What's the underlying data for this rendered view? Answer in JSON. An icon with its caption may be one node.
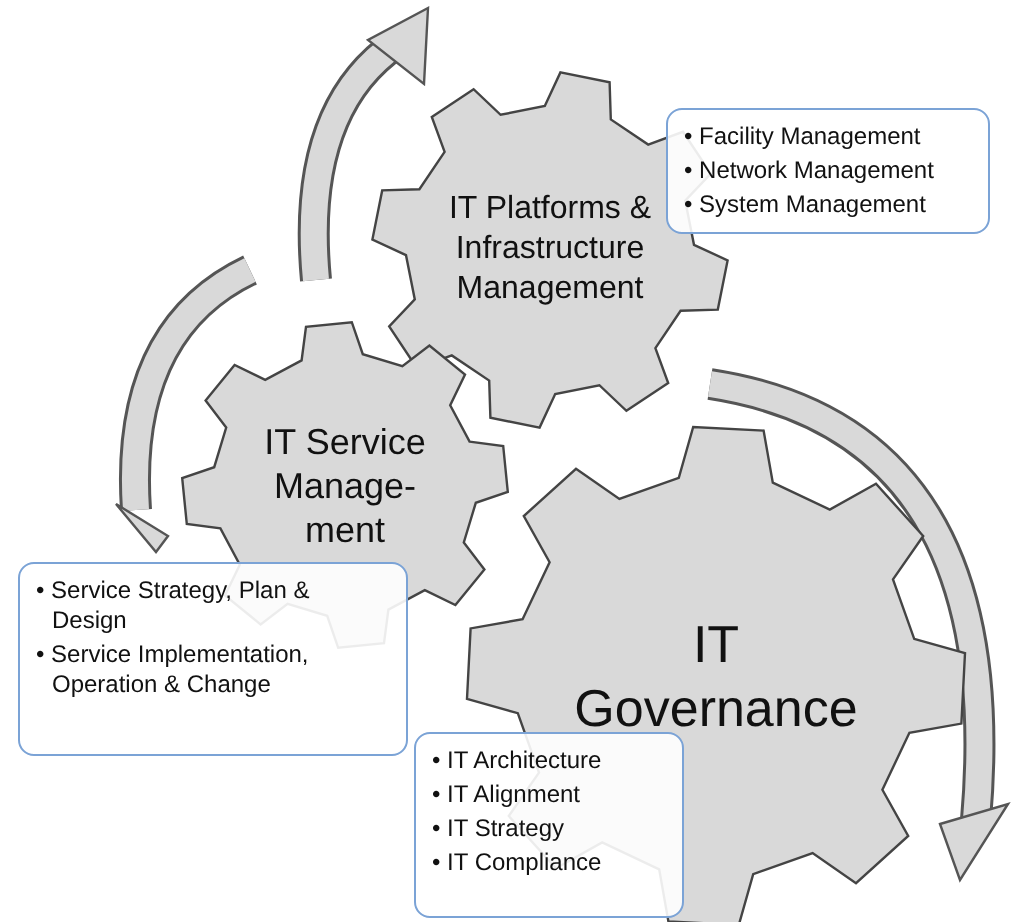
{
  "diagram": {
    "nodes": [
      {
        "text": [
          "IT Platforms & Infrastructure Management"
        ]
      },
      {
        "text": [
          "• Facility Management",
          "• Network Management",
          "• System Management"
        ]
      },
      {
        "text": [
          "IT Service Manage- ment"
        ]
      },
      {
        "text": [
          "• Service Strategy, Plan & Design",
          "• Service Implementation, Operation & Change"
        ]
      },
      {
        "text": [
          "IT Governance"
        ]
      },
      {
        "text": [
          "• IT Architecture",
          "• IT Alignment",
          "• IT Strategy",
          "• IT Compliance"
        ]
      }
    ]
  }
}
